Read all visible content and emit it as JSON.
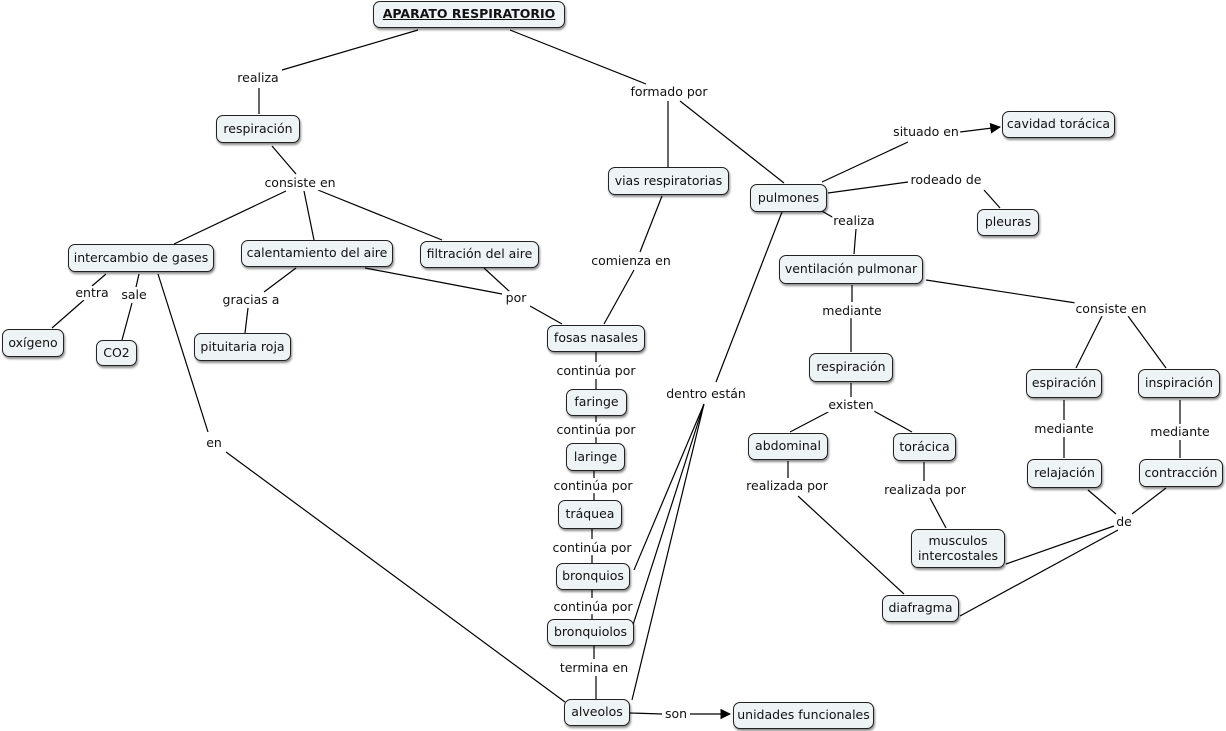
{
  "concepts": {
    "title": "APARATO RESPIRATORIO",
    "respiracion": "respiración",
    "vias": "vias respiratorias",
    "pulmones": "pulmones",
    "cavidad": "cavidad torácica",
    "pleuras": "pleuras",
    "ventilacion": "ventilación pulmonar",
    "intercambio": "intercambio de gases",
    "calentamiento": "calentamiento del aire",
    "filtracion": "filtración del aire",
    "oxigeno": "oxígeno",
    "co2": "CO2",
    "pituitaria": "pituitaria roja",
    "fosas": "fosas nasales",
    "faringe": "faringe",
    "laringe": "laringe",
    "traquea": "tráquea",
    "bronquios": "bronquios",
    "bronquiolos": "bronquiolos",
    "alveolos": "alveolos",
    "unidades": "unidades funcionales",
    "respiracion2": "respiración",
    "abdominal": "abdominal",
    "toracica": "torácica",
    "musculos": "musculos\nintercostales",
    "diafragma": "diafragma",
    "espiracion": "espiración",
    "inspiracion": "inspiración",
    "relajacion": "relajación",
    "contraccion": "contracción"
  },
  "links": {
    "realiza": "realiza",
    "formado_por": "formado por",
    "consiste_en": "consiste en",
    "situado_en": "situado en",
    "rodeado_de": "rodeado de",
    "realiza2": "realiza",
    "comienza_en": "comienza en",
    "entra": "entra",
    "sale": "sale",
    "gracias_a": "gracias a",
    "por": "por",
    "continua1": "continúa por",
    "continua2": "continúa por",
    "continua3": "continúa por",
    "continua4": "continúa por",
    "continua5": "continúa por",
    "termina_en": "termina en",
    "dentro_estan": "dentro están",
    "en": "en",
    "son": "son",
    "mediante": "mediante",
    "consiste_en2": "consiste en",
    "existen": "existen",
    "realizada_por1": "realizada por",
    "realizada_por2": "realizada por",
    "mediante2": "mediante",
    "mediante3": "mediante",
    "de": "de"
  }
}
